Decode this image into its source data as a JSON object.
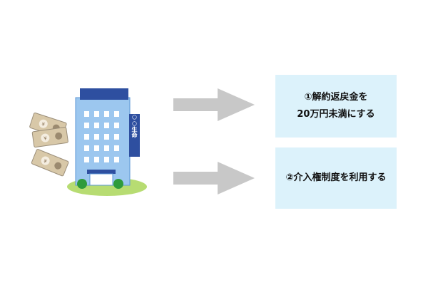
{
  "building": {
    "sign_text": "○○○生命"
  },
  "options": [
    {
      "line1": "①解約返戻金を",
      "line2": "20万円未満にする"
    },
    {
      "line1": "②介入権制度を利用する"
    }
  ],
  "colors": {
    "arrow": "#c8c8c8",
    "box_bg": "#dcf2fb",
    "building": "#7fb3e6",
    "roof": "#2e4fa0",
    "ground": "#b7dc72",
    "banknote": "#d8c8a8"
  }
}
